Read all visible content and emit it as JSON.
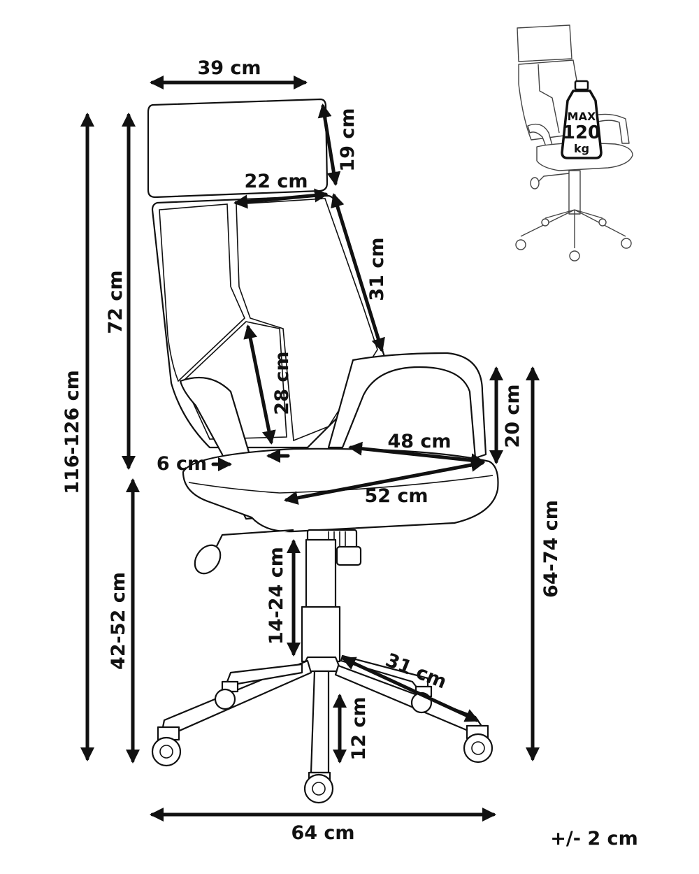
{
  "diagram": {
    "labels": {
      "headrest_width": "39 cm",
      "headrest_height": "19 cm",
      "backrest_top_width": "22 cm",
      "backrest_side_height": "31 cm",
      "backrest_total_height": "72 cm",
      "overall_height": "116-126 cm",
      "backrest_inner_height": "28 cm",
      "armrest_height": "20 cm",
      "seat_depth": "48 cm",
      "seat_width": "52 cm",
      "armrest_gap": "6 cm",
      "seat_height": "42-52 cm",
      "armrest_floor_height": "64-74 cm",
      "gas_lift": "14-24 cm",
      "base_leg": "31 cm",
      "base_height": "12 cm",
      "base_width": "64 cm"
    },
    "tolerance": "+/- 2 cm",
    "max_load": {
      "line1": "MAX",
      "line2": "120",
      "line3": "kg"
    }
  }
}
